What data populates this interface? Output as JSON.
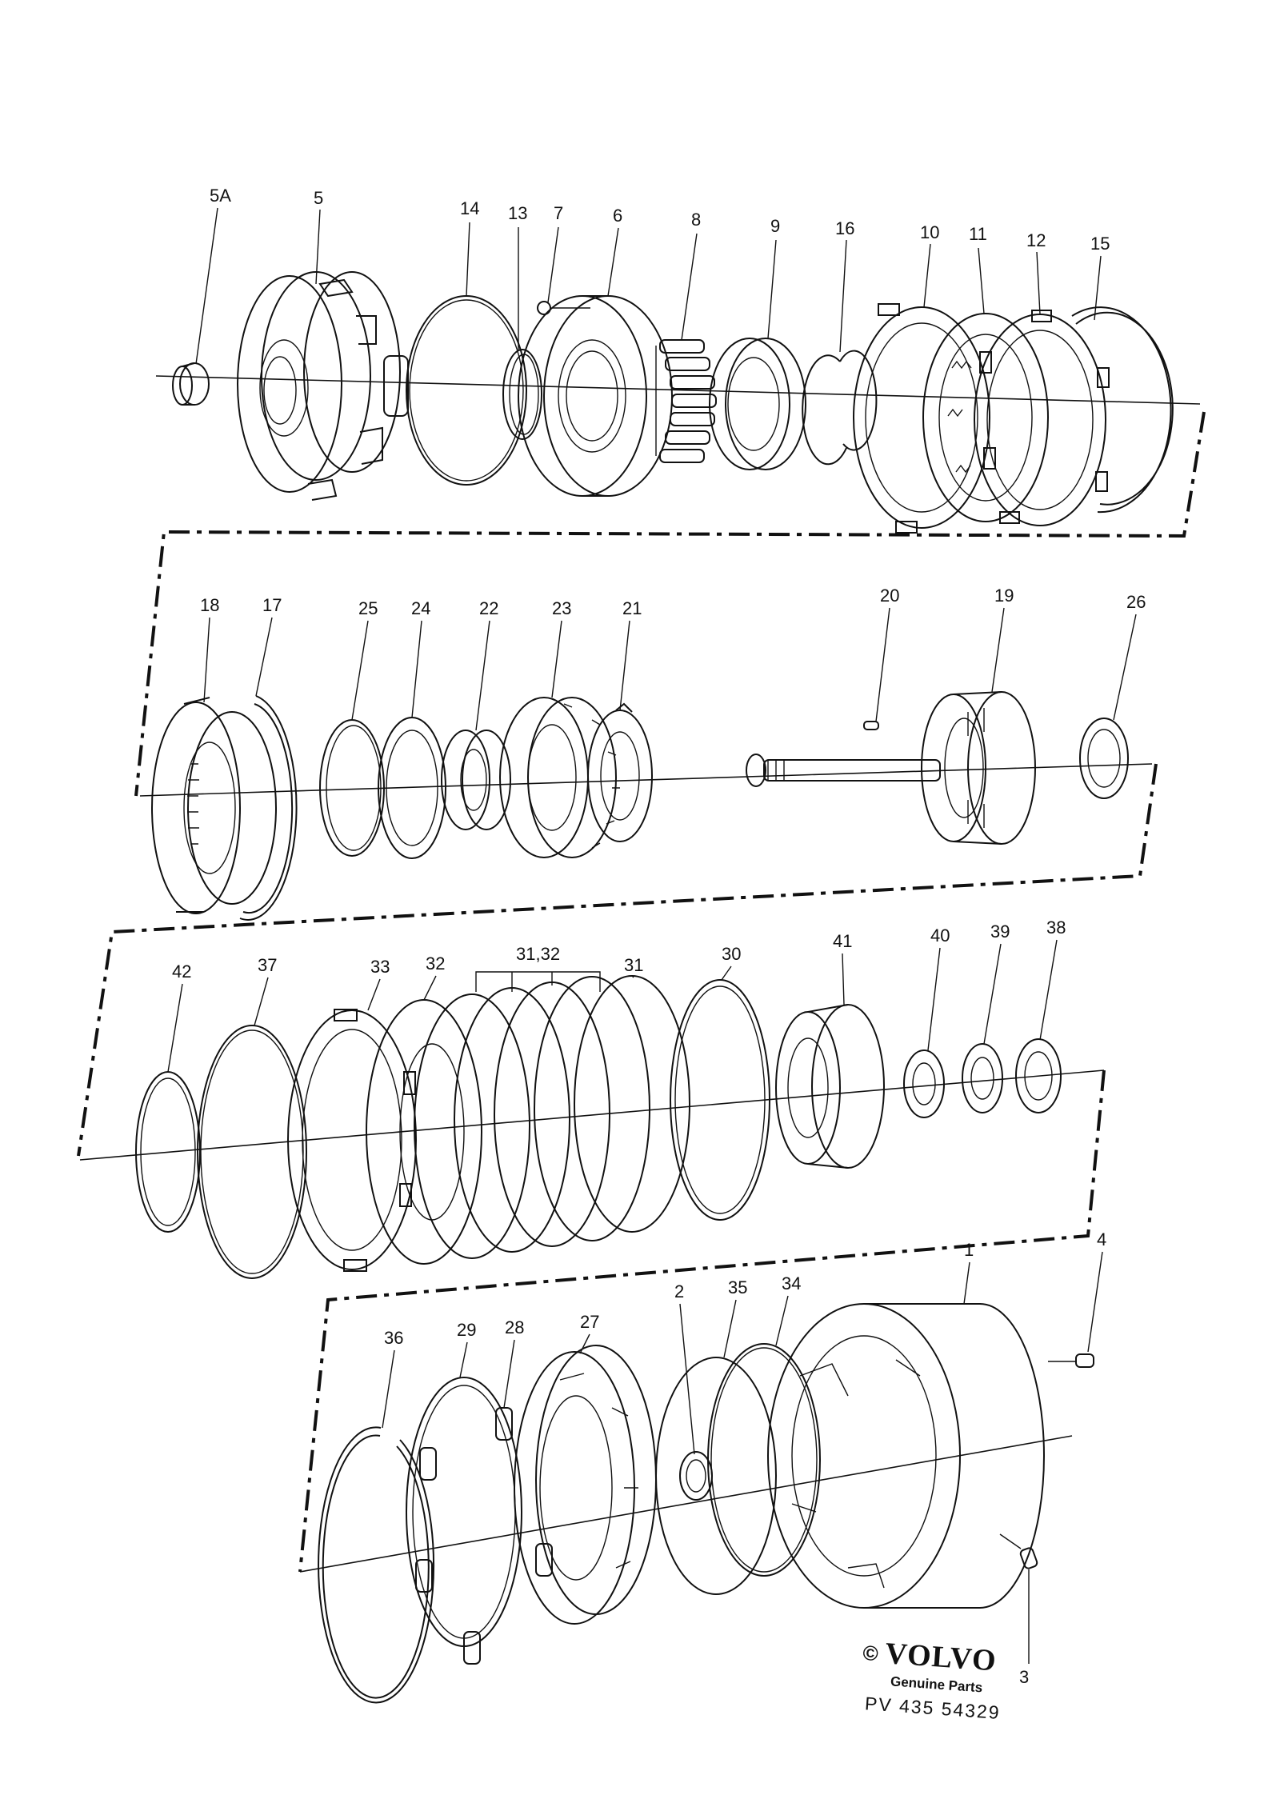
{
  "labels": {
    "p5A": "5A",
    "p5": "5",
    "p14": "14",
    "p13": "13",
    "p7": "7",
    "p6": "6",
    "p8": "8",
    "p9": "9",
    "p16": "16",
    "p10": "10",
    "p11": "11",
    "p12": "12",
    "p15": "15",
    "p18": "18",
    "p17": "17",
    "p25": "25",
    "p24": "24",
    "p22": "22",
    "p23": "23",
    "p21": "21",
    "p20": "20",
    "p19": "19",
    "p26": "26",
    "p42": "42",
    "p37": "37",
    "p33": "33",
    "p32": "32",
    "p31_32": "31,32",
    "p31": "31",
    "p30": "30",
    "p41": "41",
    "p40": "40",
    "p39": "39",
    "p38": "38",
    "p36": "36",
    "p29": "29",
    "p28": "28",
    "p27": "27",
    "p2": "2",
    "p35": "35",
    "p34": "34",
    "p1": "1",
    "p4": "4",
    "p3": "3"
  },
  "brand": {
    "copyright": "©",
    "name": "VOLVO",
    "subtitle": "Genuine Parts",
    "code": "PV 435 54329"
  }
}
